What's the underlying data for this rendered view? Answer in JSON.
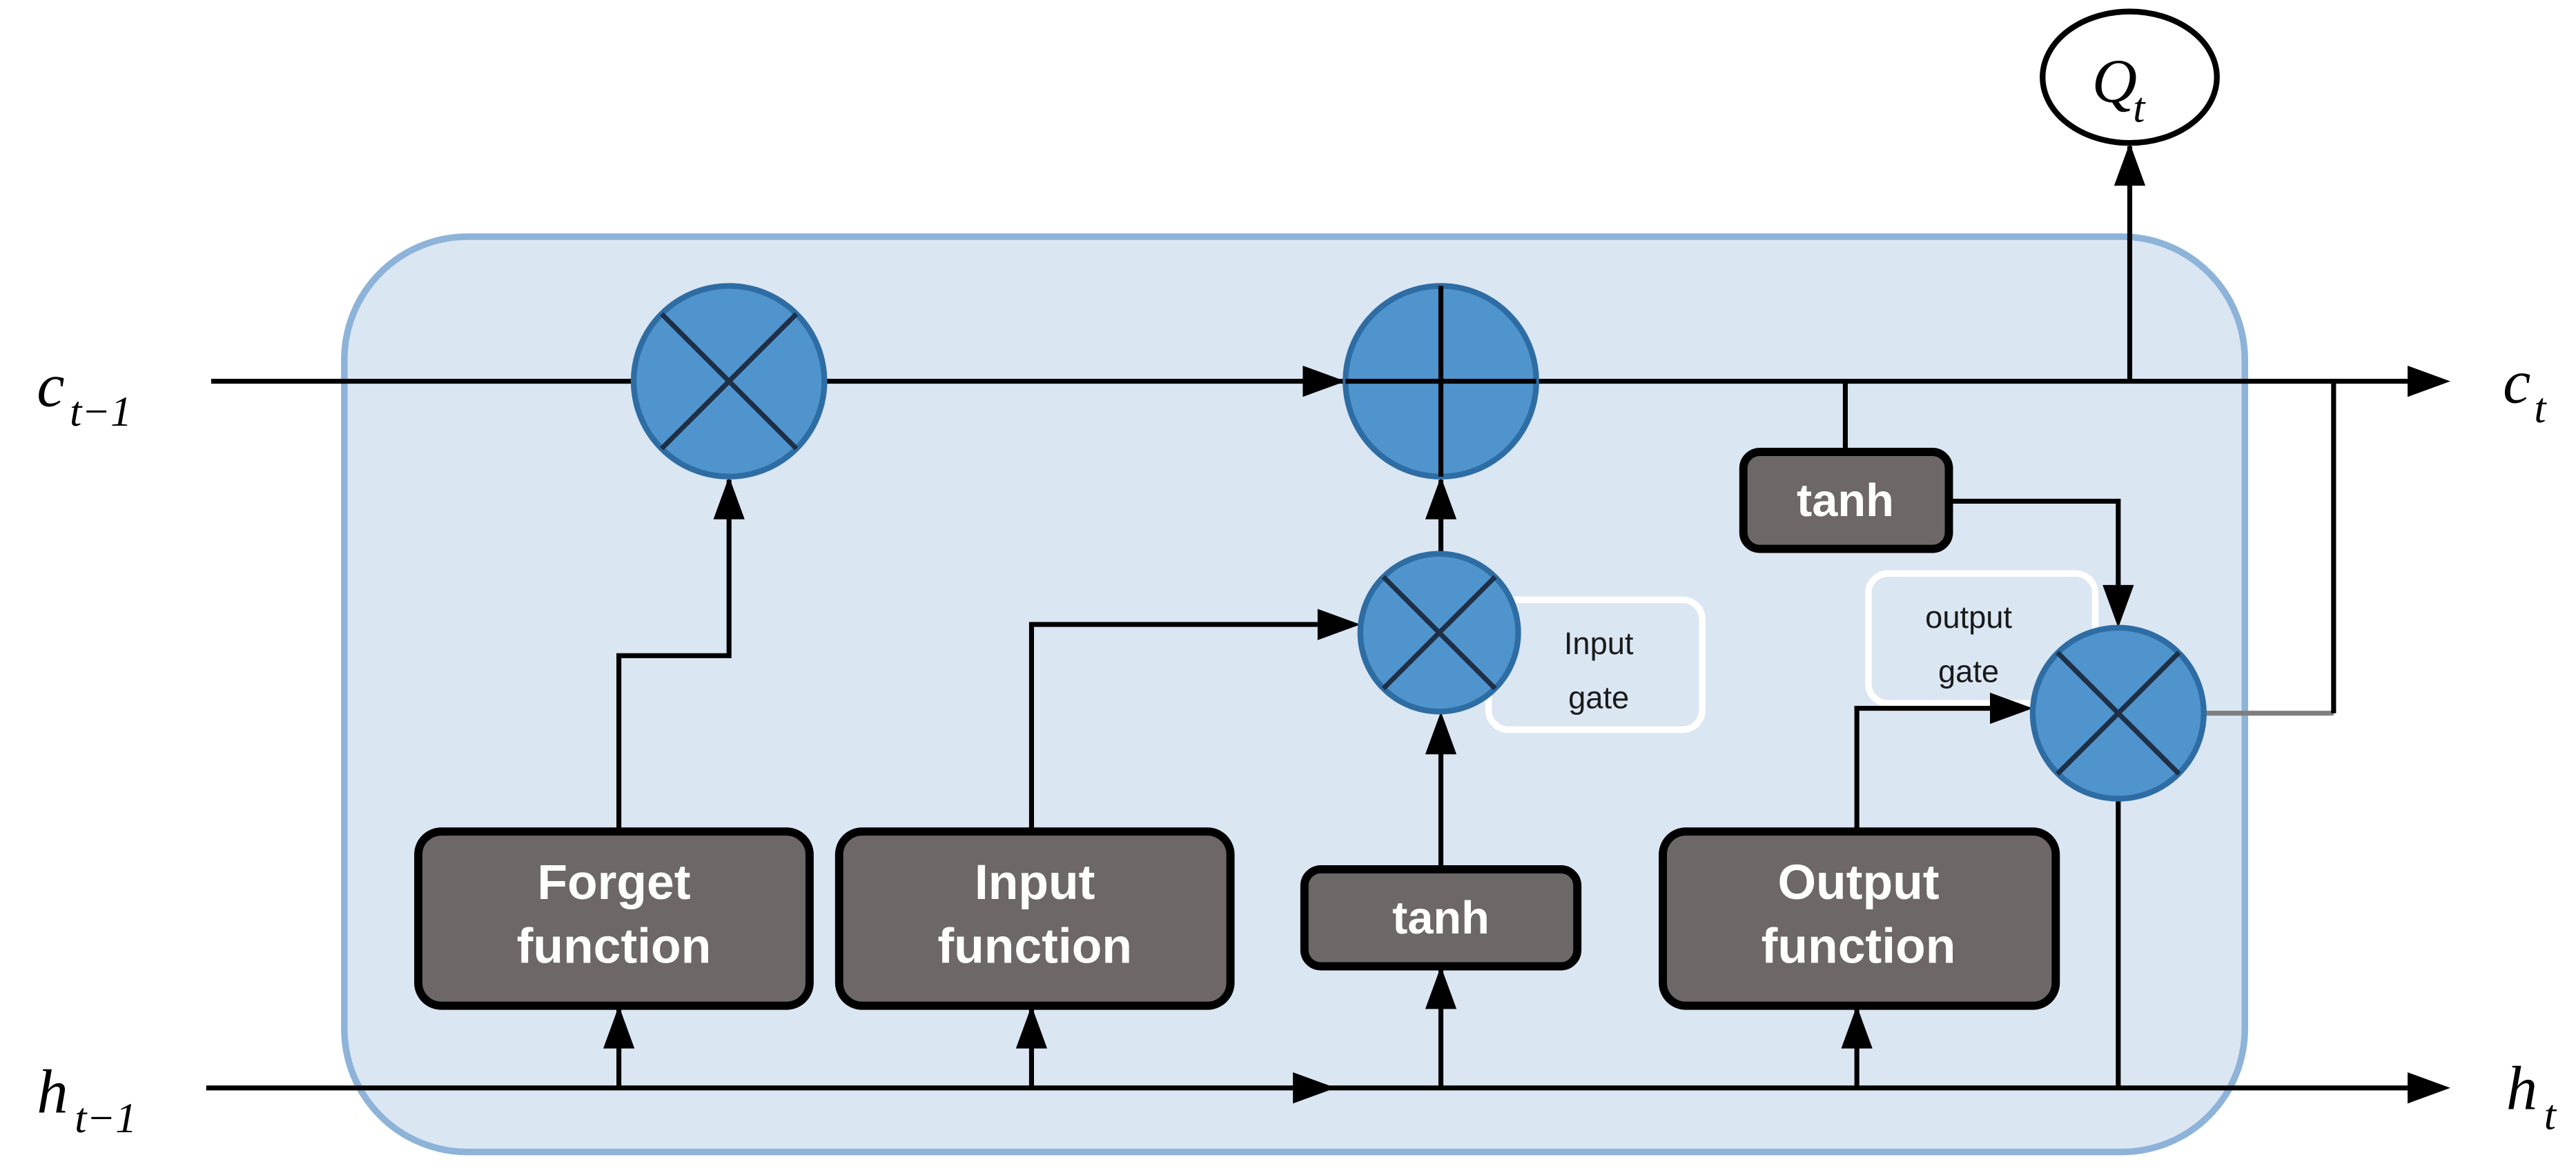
{
  "labels": {
    "c_prev": {
      "base": "c",
      "sub": "t−1"
    },
    "h_prev": {
      "base": "h",
      "sub": "t−1"
    },
    "c_out": {
      "base": "c",
      "sub": "t"
    },
    "h_out": {
      "base": "h",
      "sub": "t"
    },
    "q_out": {
      "base": "Q",
      "sub": "t"
    }
  },
  "nodes": {
    "forget_function": {
      "line1": "Forget",
      "line2": "function"
    },
    "input_function": {
      "line1": "Input",
      "line2": "function"
    },
    "tanh_candidate": {
      "label": "tanh"
    },
    "output_function": {
      "line1": "Output",
      "line2": "function"
    },
    "tanh_output": {
      "label": "tanh"
    }
  },
  "gate_labels": {
    "input_gate": {
      "line1": "Input",
      "line2": "gate"
    },
    "output_gate": {
      "line1": "output",
      "line2": "gate"
    }
  },
  "icons": {
    "multiply_node": "⊗",
    "add_node": "⊕"
  },
  "colors": {
    "background": "#ffffff",
    "cell_fill": "#dbe6f3",
    "cell_border": "#8db3d9",
    "node_fill": "#5094cd",
    "node_border": "#2e6da4",
    "node_cross": "#1d3048",
    "box_fill": "#6e6767",
    "box_border": "#000000",
    "box_text": "#ffffff",
    "gate_border": "#ffffff",
    "gate_text": "#1a1a1a",
    "line": "#000000",
    "link_gray": "#7f7f7f"
  }
}
